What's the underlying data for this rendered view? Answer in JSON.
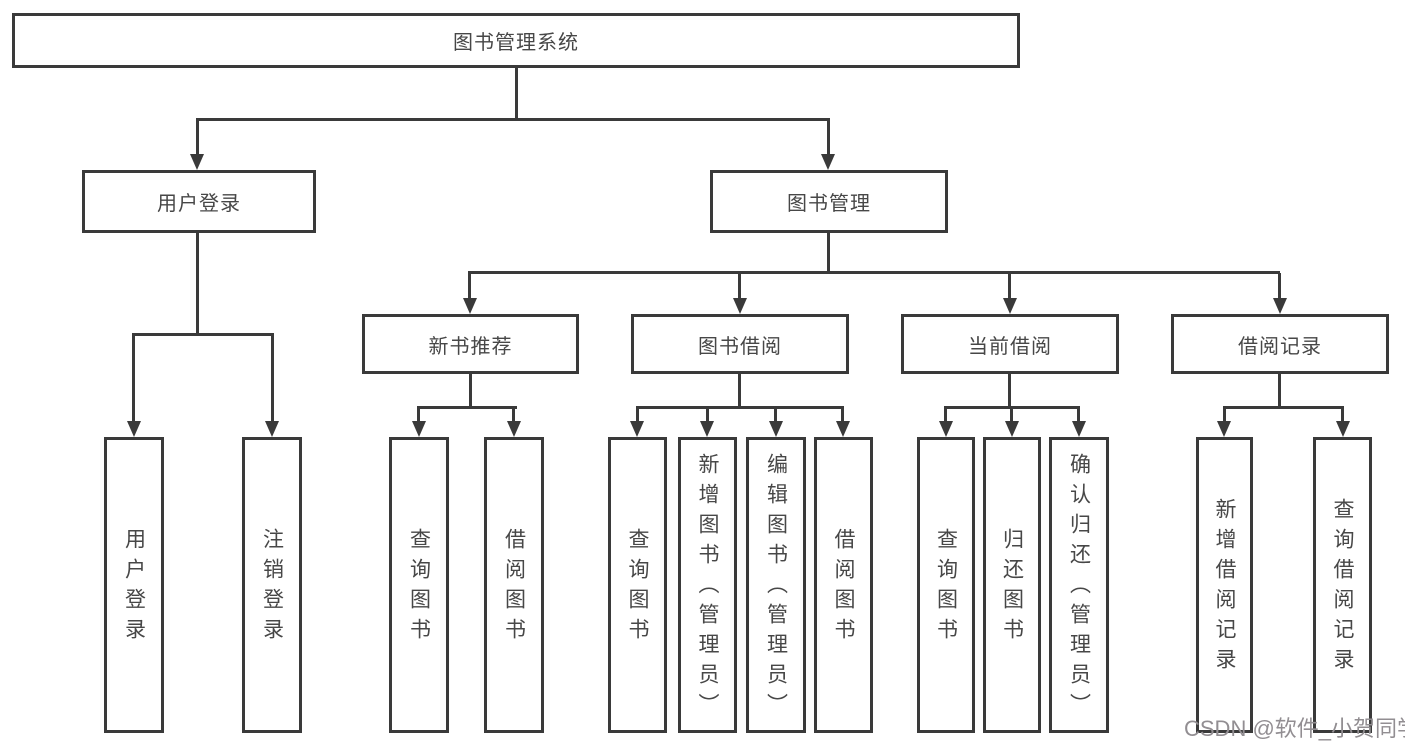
{
  "tree": {
    "label": "图书管理系统",
    "children": [
      {
        "label": "用户登录",
        "children": [
          {
            "label": "用户登录"
          },
          {
            "label": "注销登录"
          }
        ]
      },
      {
        "label": "图书管理",
        "children": [
          {
            "label": "新书推荐",
            "children": [
              {
                "label": "查询图书"
              },
              {
                "label": "借阅图书"
              }
            ]
          },
          {
            "label": "图书借阅",
            "children": [
              {
                "label": "查询图书"
              },
              {
                "label": "新增图书（管理员）"
              },
              {
                "label": "编辑图书（管理员）"
              },
              {
                "label": "借阅图书"
              }
            ]
          },
          {
            "label": "当前借阅",
            "children": [
              {
                "label": "查询图书"
              },
              {
                "label": "归还图书"
              },
              {
                "label": "确认归还（管理员）"
              }
            ]
          },
          {
            "label": "借阅记录",
            "children": [
              {
                "label": "新增借阅记录"
              },
              {
                "label": "查询借阅记录"
              }
            ]
          }
        ]
      }
    ]
  },
  "watermark": "CSDN @软件_小贺同学",
  "colors": {
    "line": "#3a3a3a",
    "text": "#474747",
    "watermark": "#928e92",
    "background": "#ffffff"
  }
}
